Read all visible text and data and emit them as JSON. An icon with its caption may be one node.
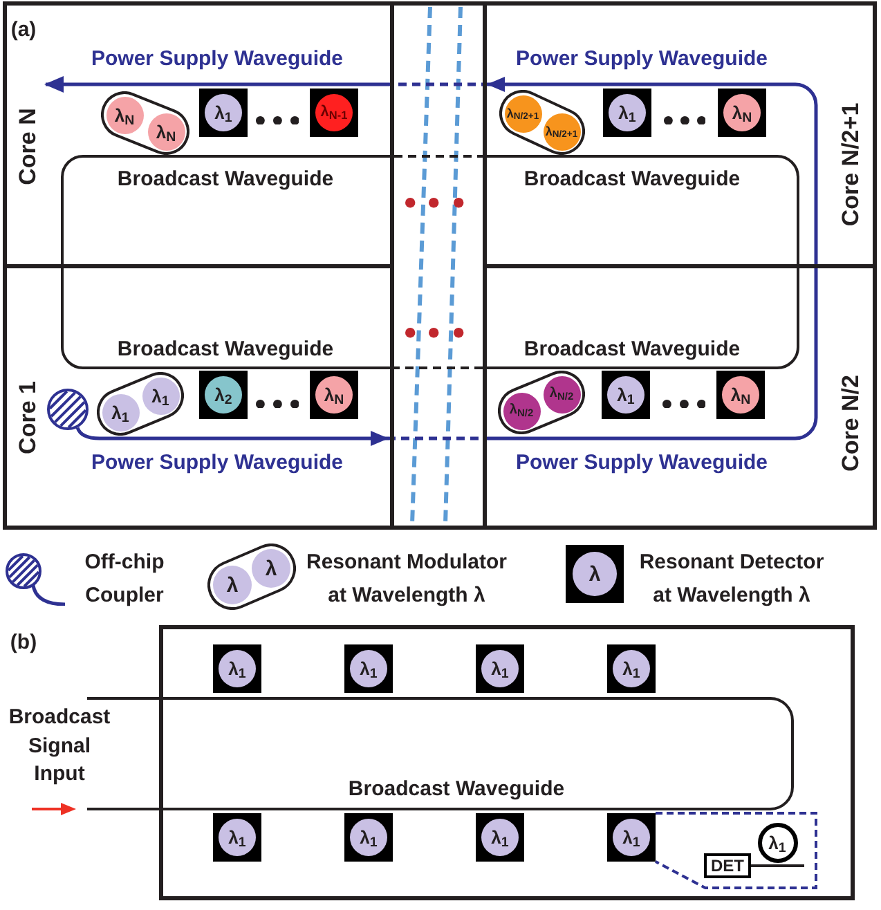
{
  "diagram": {
    "nodes": [
      {
        "text": [
          "Core N"
        ]
      },
      {
        "text": [],
        "shape": "capsule",
        "in": 0
      },
      {
        "text": [
          "λ$_{N}$"
        ],
        "in": 1
      },
      {
        "text": [
          "λ$_{N}$"
        ],
        "in": 1
      },
      {
        "text": [
          "λ$_{1}$"
        ],
        "in": 0
      },
      {
        "text": [
          "λ$_{N-1}$"
        ],
        "in": 0
      },
      {
        "text": [
          "Core N/2+1"
        ]
      },
      {
        "text": [],
        "shape": "capsule",
        "in": 6
      },
      {
        "text": [
          "λ$_{N/2+1}$"
        ],
        "in": 7
      },
      {
        "text": [
          "λ$_{N/2+1}$"
        ],
        "in": 7
      },
      {
        "text": [
          "λ$_{1}$"
        ],
        "in": 6
      },
      {
        "text": [
          "λ$_{N}$"
        ],
        "in": 6
      },
      {
        "text": [
          "Core 1"
        ]
      },
      {
        "text": [],
        "shape": "circle",
        "in": 12
      },
      {
        "text": [],
        "shape": "capsule",
        "in": 12
      },
      {
        "text": [
          "λ$_{1}$"
        ],
        "in": 14
      },
      {
        "text": [
          "λ$_{1}$"
        ],
        "in": 14
      },
      {
        "text": [
          "λ$_{2}$"
        ],
        "in": 12
      },
      {
        "text": [
          "λ$_{N}$"
        ],
        "in": 12
      },
      {
        "text": [
          "Core N/2"
        ]
      },
      {
        "text": [],
        "shape": "capsule",
        "in": 19
      },
      {
        "text": [
          "λ$_{N/2}$"
        ],
        "in": 20
      },
      {
        "text": [
          "λ$_{N/2}$"
        ],
        "in": 20
      },
      {
        "text": [
          "λ$_{1}$"
        ],
        "in": 19
      },
      {
        "text": [
          "λ$_{N}$"
        ],
        "in": 19
      },
      {
        "text": [],
        "shape": "circle",
        "beside": [
          "Off-chip Coupler"
        ]
      },
      {
        "text": [],
        "shape": "capsule",
        "beside": [
          "Resonant Modulator at Wavelength λ"
        ]
      },
      {
        "text": [
          "λ"
        ],
        "in": 26
      },
      {
        "text": [
          "λ"
        ],
        "in": 26
      },
      {
        "text": [
          "λ"
        ],
        "beside": [
          "Resonant Detector at Wavelength λ"
        ]
      },
      {
        "text": [],
        "shape": "box"
      },
      {
        "text": [
          "λ$_{1}$"
        ],
        "in": 30
      },
      {
        "text": [
          "λ$_{1}$"
        ],
        "in": 30
      },
      {
        "text": [
          "λ$_{1}$"
        ],
        "in": 30
      },
      {
        "text": [
          "λ$_{1}$"
        ],
        "in": 30
      },
      {
        "text": [
          "λ$_{1}$"
        ],
        "in": 30
      },
      {
        "text": [
          "λ$_{1}$"
        ],
        "in": 30
      },
      {
        "text": [
          "λ$_{1}$"
        ],
        "in": 30
      },
      {
        "text": [
          "λ$_{1}$"
        ],
        "in": 30
      },
      {
        "text": [],
        "shape": "callout",
        "in": 30
      },
      {
        "text": [
          "λ$_{1}$"
        ],
        "in": 39
      },
      {
        "text": [
          "DET"
        ],
        "in": 39
      },
      {
        "text": [],
        "shape": "loop"
      }
    ],
    "edges": [
      {
        "from": 13,
        "to": null,
        "arrow": "to",
        "color": "#2e3192"
      },
      {
        "from": 41,
        "to": 40,
        "arrow": "none",
        "color": "#231f20"
      }
    ],
    "labels": [
      "(a)",
      "Power Supply Waveguide",
      "Power Supply Waveguide",
      "Broadcast Waveguide",
      "Broadcast Waveguide",
      "Broadcast Waveguide",
      "Broadcast Waveguide",
      "Power Supply Waveguide",
      "Power Supply Waveguide",
      "(b)",
      "Broadcast Signal Input",
      "Broadcast Waveguide"
    ]
  }
}
